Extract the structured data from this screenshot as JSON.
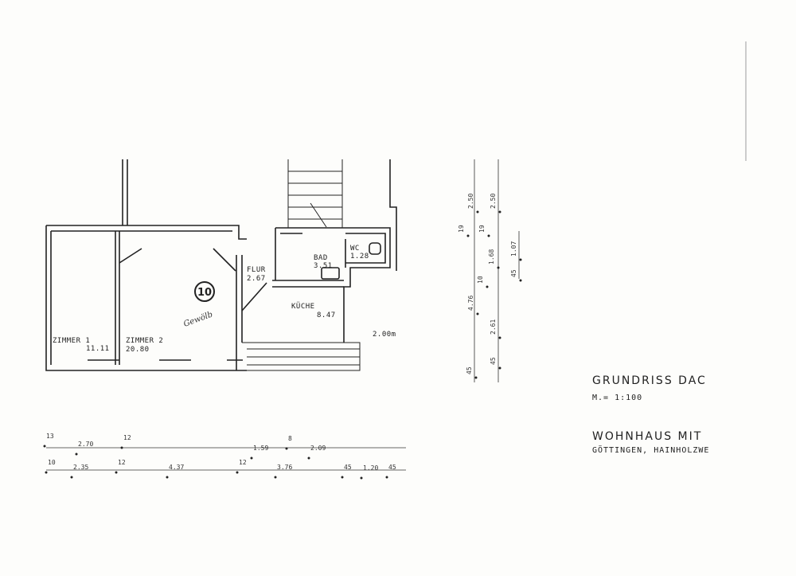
{
  "plan": {
    "rooms": [
      {
        "id": "zimmer1",
        "name": "ZIMMER 1",
        "area": "11.11"
      },
      {
        "id": "zimmer2",
        "name": "ZIMMER 2",
        "area": "20.80"
      },
      {
        "id": "flur",
        "name": "FLUR",
        "area": "2.67"
      },
      {
        "id": "bad",
        "name": "BAD",
        "area": "3.51"
      },
      {
        "id": "wc",
        "name": "WC",
        "area": "1.28"
      },
      {
        "id": "kueche",
        "name": "KÜCHE",
        "area": "8.47"
      }
    ],
    "unit_number": "10",
    "handwritten_note": "Gewölb",
    "terrace_label": "2.00m",
    "dims_bottom_row1": [
      "13",
      "2.70",
      "12",
      "1.59",
      "8",
      "2.09"
    ],
    "dims_bottom_row2": [
      "10",
      "2.35",
      "12",
      "4.37",
      "12",
      "3.76",
      "45",
      "1.20",
      "45"
    ],
    "dims_right_vertical": [
      "2.50",
      "2.50",
      "19",
      "19",
      "1.68",
      "1.07",
      "10",
      "45",
      "4.76",
      "2.61",
      "45",
      "45"
    ]
  },
  "title": {
    "line1": "GRUNDRISS  DAC",
    "line2": "M.= 1:100",
    "line3": "WOHNHAUS MIT",
    "line4": "GÖTTINGEN, HAINHOLZWE"
  },
  "colors": {
    "ink": "#222222",
    "paper": "#fdfdfb"
  }
}
